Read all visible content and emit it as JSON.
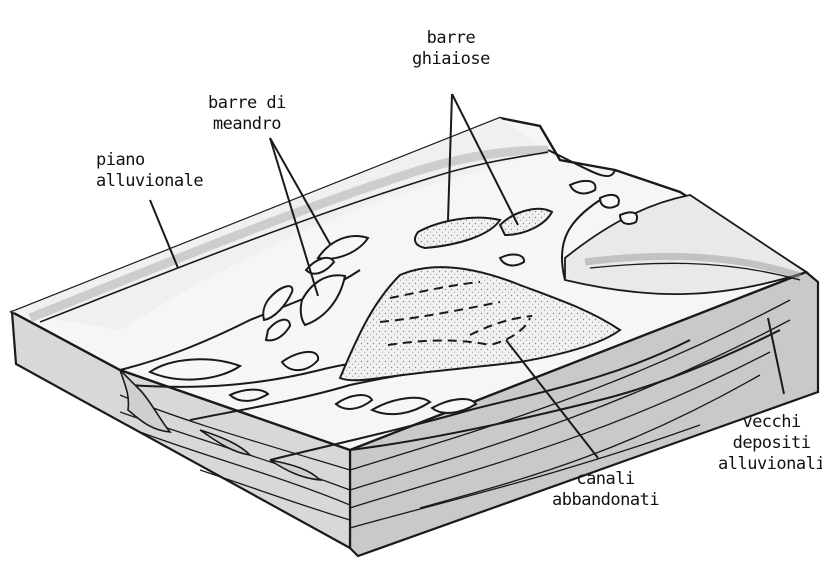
{
  "labels": {
    "barre_ghiaiose": "barre\nghiaiose",
    "barre_di_meandro": "barre di\nmeandro",
    "piano_alluvionale": "piano\nalluvionale",
    "vecchi_depositi_alluvionali": "vecchi\ndepositi\nalluvionali",
    "canali_abbandonati": "canali\nabbandonati"
  },
  "colors": {
    "ink": "#1a1a1a",
    "top_surface": "#f4f4f4",
    "block_side": "#c8c8c8",
    "block_front": "#e2e2e2",
    "river_bank_shade": "#bdbdbd",
    "gravel_bar": "#eeeeee"
  }
}
